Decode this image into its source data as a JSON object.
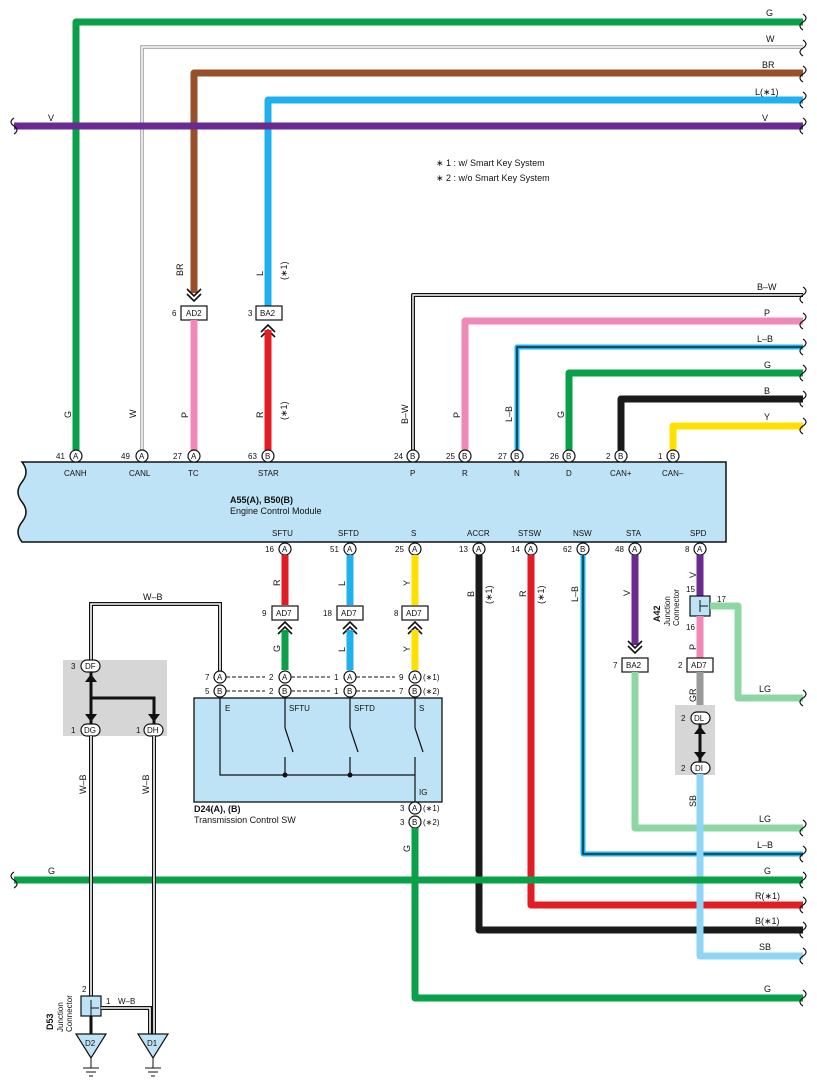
{
  "colors": {
    "G": "#0aa04a",
    "W": "#bdbdbd",
    "BR": "#9a4f2b",
    "L": "#1fb0ee",
    "V": "#6a2a90",
    "P": "#f088b8",
    "R": "#e31b23",
    "B": "#1a1a1a",
    "Y": "#ffe000",
    "LG": "#8ed6a4",
    "SB": "#8fd5f5",
    "GR": "#9a9a9a",
    "module": "#bfe3f6",
    "shade": "#d6d6d6"
  },
  "notes": [
    "∗ 1 : w/ Smart Key System",
    "∗ 2 : w/o Smart Key System"
  ],
  "top_wires": {
    "G": "G",
    "W": "W",
    "BR": "BR",
    "L1": "L(∗1)",
    "V_left": "V",
    "V_right": "V"
  },
  "right_wires_upper": [
    "B–W",
    "P",
    "L–B",
    "G",
    "B",
    "Y"
  ],
  "right_wires_lower": [
    "LG",
    "L–B",
    "G",
    "R(∗1)",
    "B(∗1)",
    "SB",
    "G"
  ],
  "left_wire_G": "G",
  "ecm": {
    "title": "A55(A), B50(B)",
    "subtitle": "Engine Control Module",
    "top_pins": [
      {
        "num": "41",
        "conn": "A",
        "name": "CANH",
        "wire": "G"
      },
      {
        "num": "49",
        "conn": "A",
        "name": "CANL",
        "wire": "W"
      },
      {
        "num": "27",
        "conn": "A",
        "name": "TC",
        "wire": "P"
      },
      {
        "num": "63",
        "conn": "B",
        "name": "STAR",
        "wire": "R",
        "note": "(∗1)"
      },
      {
        "num": "24",
        "conn": "B",
        "name": "P",
        "wire": "B–W"
      },
      {
        "num": "25",
        "conn": "B",
        "name": "R",
        "wire": "P"
      },
      {
        "num": "27",
        "conn": "B",
        "name": "N",
        "wire": "L–B"
      },
      {
        "num": "26",
        "conn": "B",
        "name": "D",
        "wire": "G"
      },
      {
        "num": "2",
        "conn": "B",
        "name": "CAN+"
      },
      {
        "num": "1",
        "conn": "B",
        "name": "CAN–"
      }
    ],
    "bottom_pins": [
      {
        "num": "16",
        "conn": "A",
        "name": "SFTU",
        "wire": "R"
      },
      {
        "num": "51",
        "conn": "A",
        "name": "SFTD",
        "wire": "L"
      },
      {
        "num": "25",
        "conn": "A",
        "name": "S",
        "wire": "Y"
      },
      {
        "num": "13",
        "conn": "A",
        "name": "ACCR",
        "wire": "B",
        "note": "(∗1)"
      },
      {
        "num": "14",
        "conn": "A",
        "name": "STSW",
        "wire": "R",
        "note": "(∗1)"
      },
      {
        "num": "62",
        "conn": "B",
        "name": "NSW",
        "wire": "L–B"
      },
      {
        "num": "48",
        "conn": "A",
        "name": "STA",
        "wire": "V"
      },
      {
        "num": "8",
        "conn": "A",
        "name": "SPD",
        "wire": "V"
      }
    ]
  },
  "upper_connectors": {
    "ad2": {
      "pin": "6",
      "name": "AD2",
      "wire": "BR"
    },
    "ba2": {
      "pin": "3",
      "name": "BA2",
      "wire": "L",
      "note": "(∗1)"
    }
  },
  "mid_connectors": [
    {
      "pin": "9",
      "name": "AD7",
      "wire": "G"
    },
    {
      "pin": "18",
      "name": "AD7",
      "wire": "L"
    },
    {
      "pin": "8",
      "name": "AD7",
      "wire": "Y"
    }
  ],
  "sta_connector": {
    "pin": "7",
    "name": "BA2"
  },
  "a42": {
    "id": "A42",
    "label1": "Junction",
    "label2": "Connector",
    "pin_top": "15",
    "pin_right": "17",
    "pin_bottom": "16",
    "wire_top": "V",
    "wire_bottom": "P"
  },
  "spd_ad7": {
    "pin": "2",
    "name": "AD7",
    "wire": "GR"
  },
  "dl_di": {
    "dl_pin": "2",
    "dl": "DL",
    "di_pin": "2",
    "di": "DI",
    "wire": "SB"
  },
  "df_group": {
    "df_pin": "3",
    "df": "DF",
    "dg_pin": "1",
    "dg": "DG",
    "dh_pin": "1",
    "dh": "DH"
  },
  "w_b_labels": [
    "W–B",
    "W–B",
    "W–B",
    "W–B"
  ],
  "switch": {
    "id": "D24(A), (B)",
    "name": "Transmission Control SW",
    "terms": [
      "E",
      "SFTU",
      "SFTD",
      "S",
      "IG"
    ],
    "left_pins": [
      {
        "num": "7",
        "conn": "A"
      },
      {
        "num": "5",
        "conn": "B"
      }
    ],
    "row_a": [
      {
        "num": "2",
        "conn": "A"
      },
      {
        "num": "1",
        "conn": "A"
      },
      {
        "num": "9",
        "conn": "A"
      }
    ],
    "row_b": [
      {
        "num": "2",
        "conn": "B"
      },
      {
        "num": "1",
        "conn": "B"
      },
      {
        "num": "7",
        "conn": "B"
      }
    ],
    "row_a_note": "(∗1)",
    "row_b_note": "(∗2)",
    "ig_pins": [
      {
        "num": "3",
        "conn": "A",
        "note": "(∗1)"
      },
      {
        "num": "3",
        "conn": "B",
        "note": "(∗2)"
      }
    ],
    "ig_wire": "G"
  },
  "d53": {
    "id": "D53",
    "label1": "Junction",
    "label2": "Connector",
    "pin_top": "2",
    "pin_right": "1",
    "wire_right": "W–B"
  },
  "grounds": [
    "D2",
    "D1"
  ]
}
